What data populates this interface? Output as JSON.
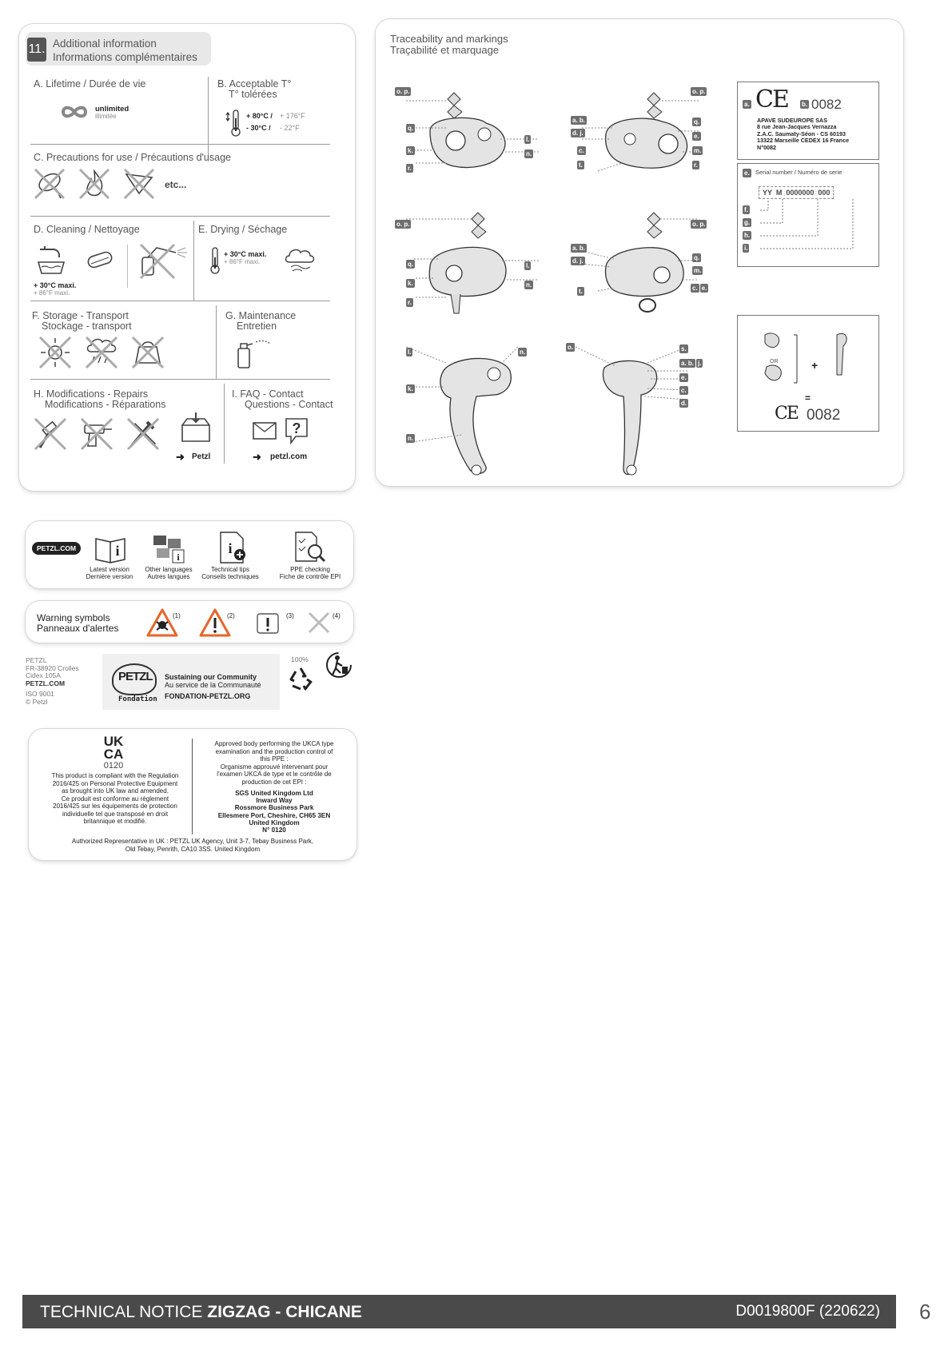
{
  "section11": {
    "number": "11.",
    "title_en": "Additional information",
    "title_fr": "Informations complémentaires",
    "lifetime": {
      "label": "A. Lifetime / Durée de vie",
      "value_en": "unlimited",
      "value_fr": "illimitée"
    },
    "temp": {
      "label1": "B. Acceptable T°",
      "label2": "T° tolérées",
      "max_c": "+ 80°C /",
      "max_f": "+ 176°F",
      "min_c": "- 30°C /",
      "min_f": "- 22°F"
    },
    "precautions": {
      "label": "C. Precautions for use / Précautions d'usage",
      "etc": "etc..."
    },
    "cleaning": {
      "label": "D. Cleaning / Nettoyage",
      "temp_c": "+ 30°C maxi.",
      "temp_f": "+ 86°F maxi."
    },
    "drying": {
      "label": "E. Drying / Séchage",
      "temp_c": "+ 30°C maxi.",
      "temp_f": "+ 86°F maxi."
    },
    "storage": {
      "label1": "F. Storage - Transport",
      "label2": "Stockage - transport"
    },
    "maintenance": {
      "label1": "G. Maintenance",
      "label2": "Entretien"
    },
    "modifications": {
      "label1": "H. Modifications - Repairs",
      "label2": "Modifications - Réparations",
      "petzl": "Petzl"
    },
    "faq": {
      "label1": "I. FAQ - Contact",
      "label2": "Questions - Contact",
      "site": "petzl.com"
    }
  },
  "traceability": {
    "title_en": "Traceability and markings",
    "title_fr": "Traçabilité et marquage",
    "ce_number": "0082",
    "notified_body": [
      "APAVE SUDEUROPE SAS",
      "8 rue Jean-Jacques Vernazza",
      "Z.A.C. Saumaty-Séon - CS 60193",
      "13322 Marseille CEDEX 16 France",
      "N°0082"
    ],
    "serial_label": "Serial number / Numéro de serie",
    "serial_format": "YY  M  0000000  000",
    "or": "OR",
    "plus": "+",
    "equals": "=",
    "tags": [
      "o. p.",
      "q.",
      "k.",
      "r.",
      "l.",
      "n.",
      "a. b.",
      "d. j.",
      "c.",
      "t.",
      "e.",
      "m.",
      "s."
    ]
  },
  "links": {
    "badge": "PETZL.COM",
    "items": [
      {
        "en": "Latest version",
        "fr": "Dernière version"
      },
      {
        "en": "Other languages",
        "fr": "Autres langues"
      },
      {
        "en": "Technical tips",
        "fr": "Conseils techniques"
      },
      {
        "en": "PPE checking",
        "fr": "Fiche de contrôle EPI"
      }
    ]
  },
  "warning": {
    "title_en": "Warning symbols",
    "title_fr": "Panneaux d'alertes",
    "n1": "(1)",
    "n2": "(2)",
    "n3": "(3)",
    "n4": "(4)"
  },
  "company": {
    "lines": [
      "PETZL",
      "FR-38920 Crolles",
      "Cidex 105A",
      "PETZL.COM",
      "ISO 9001",
      "© Petzl"
    ],
    "fondation_logo": "PETZL",
    "fondation_word": "Fondation",
    "sustain_en": "Sustaining our Community",
    "sustain_fr": "Au service de la Communauté",
    "site": "FONDATION-PETZL.ORG",
    "recycle": "100%"
  },
  "ukca": {
    "mark1": "UK",
    "mark2": "CA",
    "number": "0120",
    "left_text": [
      "This product is compliant with the Regulation",
      "2016/425 on Personal Protective Equipment",
      "as brought into UK law and amended.",
      "Ce produit est conforme au règlement",
      "2016/425 sur les équipements de protection",
      "individuelle tel que transposé en droit",
      "britannique et modifié."
    ],
    "right_text": [
      "Approved body performing the UKCA type",
      "examination and the production control of",
      "this PPE :",
      "Organisme approuvé intervenant pour",
      "l'examen UKCA de type et le contrôle de",
      "production de cet EPI :"
    ],
    "body": [
      "SGS United Kingdom Ltd",
      "Inward Way",
      "Rossmore Business Park",
      "Ellesmere Port, Cheshire, CH65 3EN",
      "United Kingdom",
      "N° 0120"
    ],
    "rep1": "Authorized Representative in UK : PETZL UK Agency,  Unit 3-7, Tebay Business Park,",
    "rep2": "Old Tebay, Penrith, CA10 3SS. United Kingdom"
  },
  "footer": {
    "prefix": "TECHNICAL NOTICE ",
    "product": "ZIGZAG - CHICANE",
    "code": "D0019800F (220622)",
    "page": "6"
  },
  "colors": {
    "footer_bg": "#4a4a4a",
    "warning_orange": "#e8652a",
    "tag_gray": "#6e6e6e"
  }
}
